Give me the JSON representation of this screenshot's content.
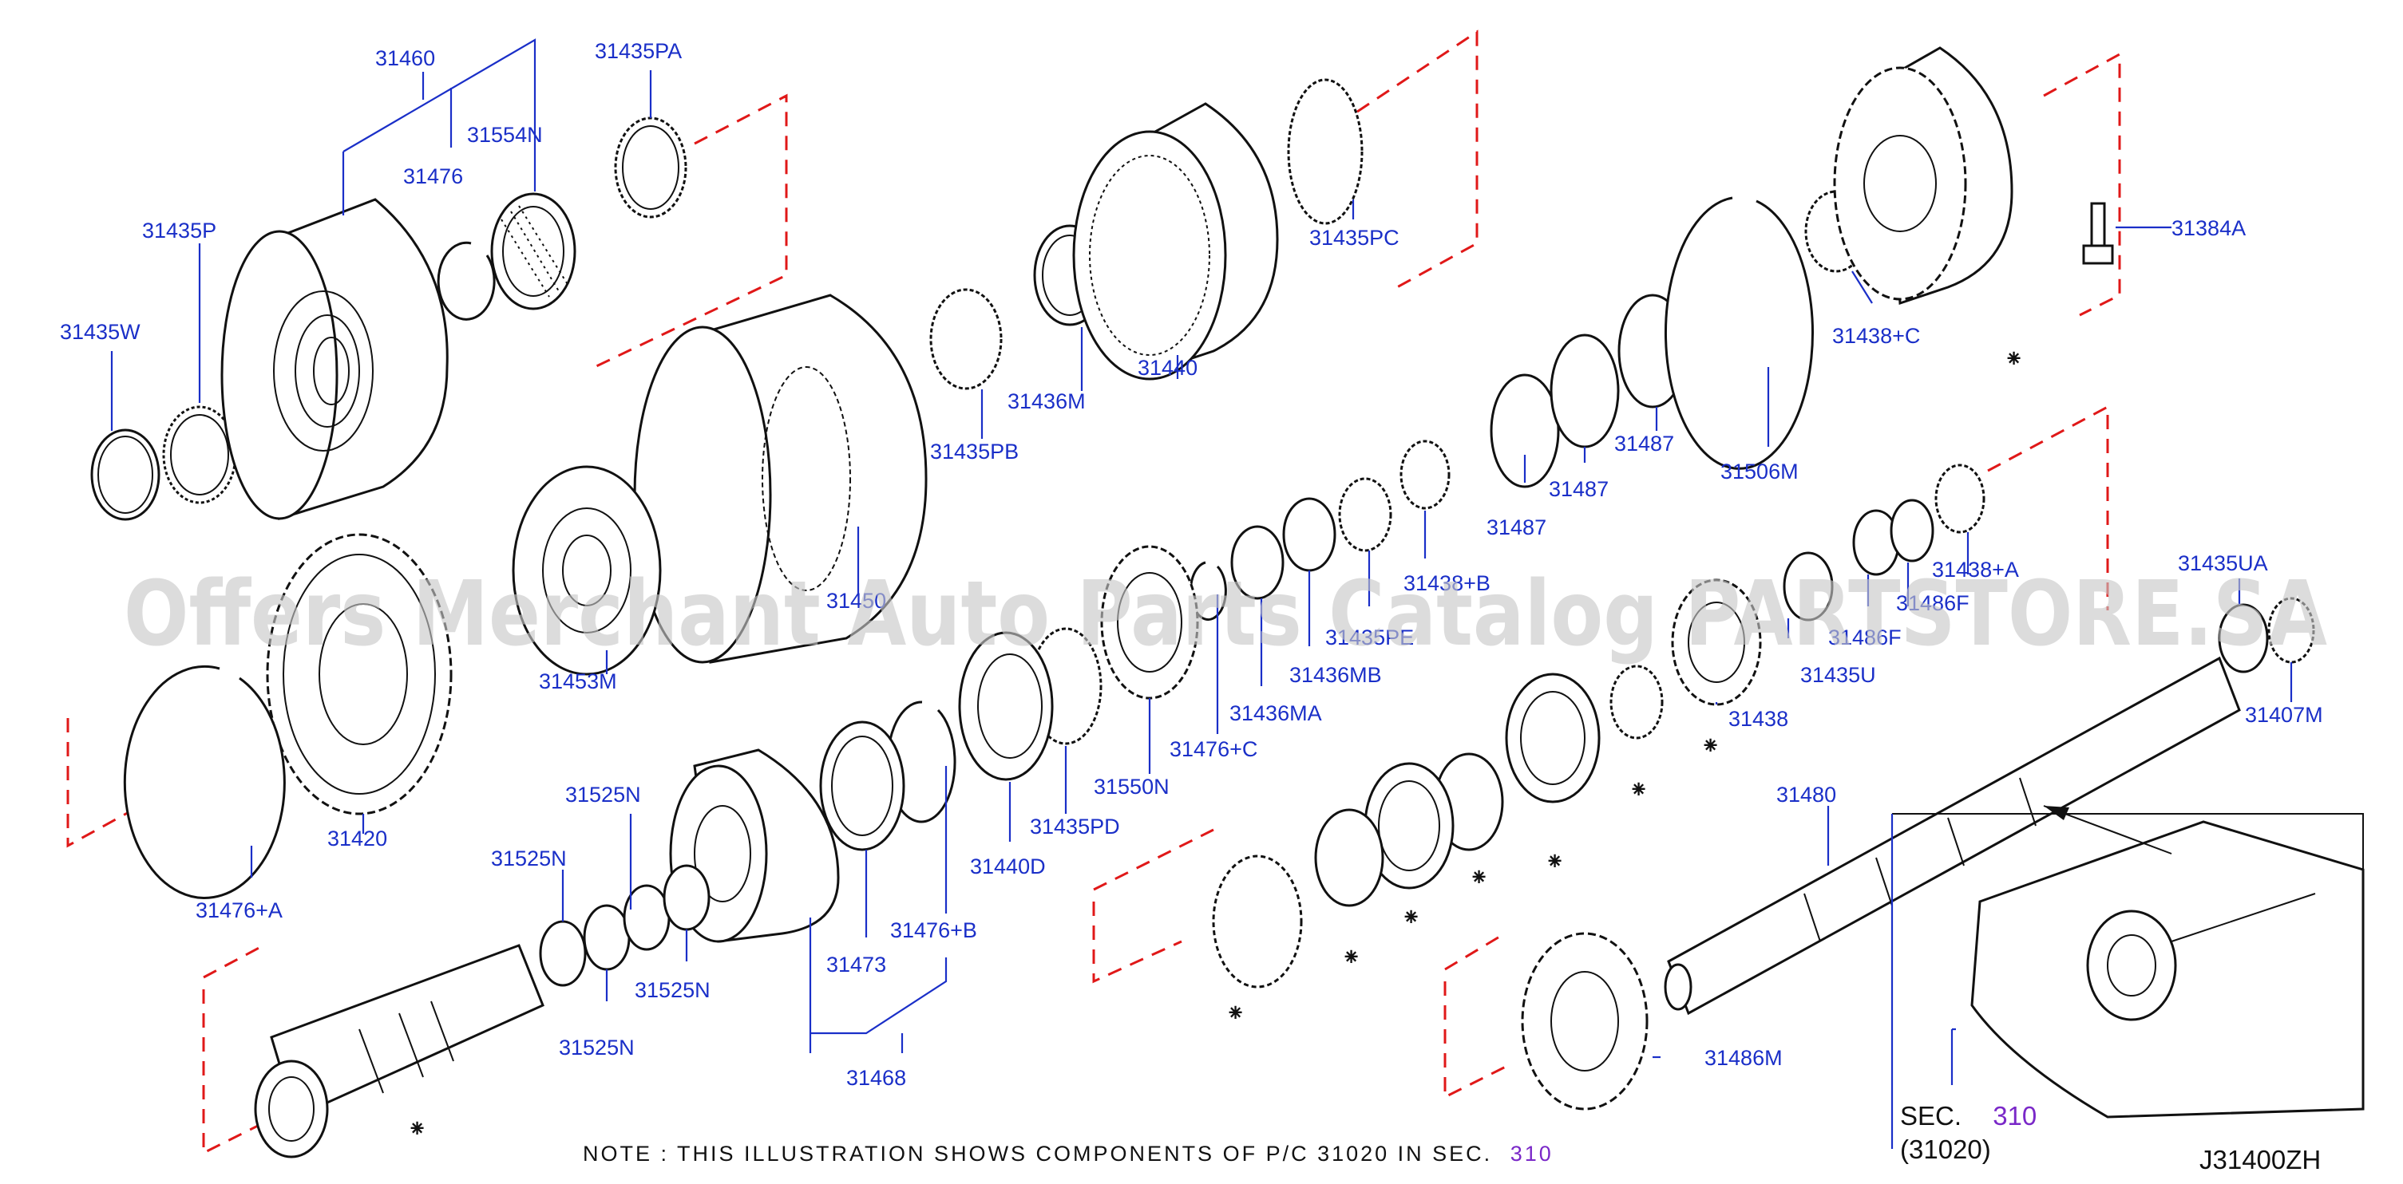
{
  "labels": {
    "l31460": "31460",
    "l31435PA": "31435PA",
    "l31554N": "31554N",
    "l31476": "31476",
    "l31435P": "31435P",
    "l31435W": "31435W",
    "l31440": "31440",
    "l31435PC": "31435PC",
    "l31436M": "31436M",
    "l31435PB": "31435PB",
    "l31384A": "31384A",
    "l31438C": "31438+C",
    "l31506M": "31506M",
    "l31487a": "31487",
    "l31487b": "31487",
    "l31487c": "31487",
    "l31438B": "31438+B",
    "l31435PE": "31435PE",
    "l31436MB": "31436MB",
    "l31436MA": "31436MA",
    "l31450": "31450",
    "l31453M": "31453M",
    "l31420": "31420",
    "l31476A": "31476+A",
    "l31550N": "31550N",
    "l31476C": "31476+C",
    "l31435PD": "31435PD",
    "l31440D": "31440D",
    "l31476B": "31476+B",
    "l31473": "31473",
    "l31468": "31468",
    "l31525Na": "31525N",
    "l31525Nb": "31525N",
    "l31525Nc": "31525N",
    "l31525Nd": "31525N",
    "l31438A": "31438+A",
    "l31486F": "31486F",
    "l31486F2": "31486F",
    "l31435U": "31435U",
    "l31438": "31438",
    "l31435UA": "31435UA",
    "l31407M": "31407M",
    "l31480": "31480",
    "l31486M": "31486M"
  },
  "note": {
    "text": "NOTE : THIS ILLUSTRATION SHOWS COMPONENTS OF P/C 31020 IN SEC.",
    "sec": "310"
  },
  "inset": {
    "sec_label": "SEC.",
    "sec_num": "310",
    "pc": "(31020)"
  },
  "ref_code": "J31400ZH",
  "watermark": "Offers Merchant Auto Parts Catalog PARTSTORE.SA",
  "colors": {
    "label_blue": "#1a2fc8",
    "dash_red": "#e01818",
    "link_purple": "#7a28c8"
  }
}
